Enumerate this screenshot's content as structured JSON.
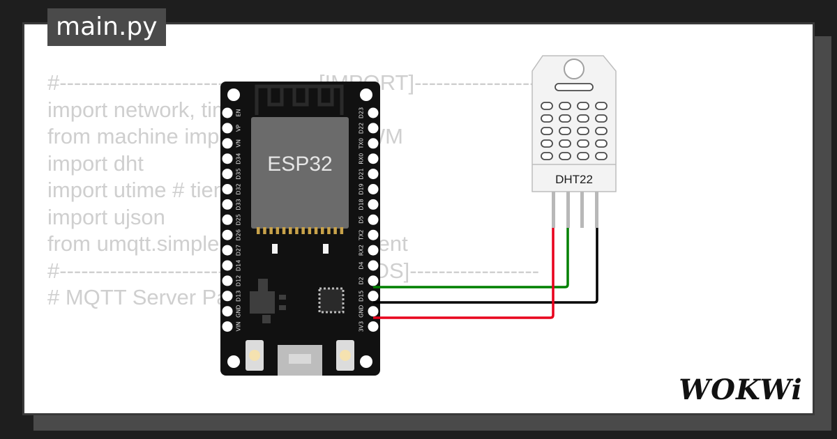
{
  "file_tab": {
    "name": "main.py"
  },
  "code_lines": [
    "#------------------------------------[IMPORT]----------------------",
    "",
    "import network, time, urequests",
    "from machine import Pin, ADC, PWM",
    "import dht",
    "import utime # tiempo",
    "import ujson",
    "from umqtt.simple import MQTTClient",
    "",
    "#---------------------------------[OBJETOS]------------------",
    "",
    "# MQTT Server Parameters"
  ],
  "esp32": {
    "label": "ESP32",
    "left_pins": [
      "EN",
      "VP",
      "VN",
      "D34",
      "D35",
      "D32",
      "D33",
      "D25",
      "D26",
      "D27",
      "D14",
      "D12",
      "D13",
      "GND",
      "VIN"
    ],
    "right_pins": [
      "D23",
      "D22",
      "TX0",
      "RX0",
      "D21",
      "D19",
      "D18",
      "D5",
      "TX2",
      "RX2",
      "D4",
      "D2",
      "D15",
      "GND",
      "3V3"
    ]
  },
  "sensor": {
    "label": "DHT22"
  },
  "wires": [
    {
      "name": "signal",
      "color": "#008000"
    },
    {
      "name": "ground",
      "color": "#000000"
    },
    {
      "name": "power",
      "color": "#e8001c"
    }
  ],
  "logo": {
    "text": "WOKWi"
  }
}
